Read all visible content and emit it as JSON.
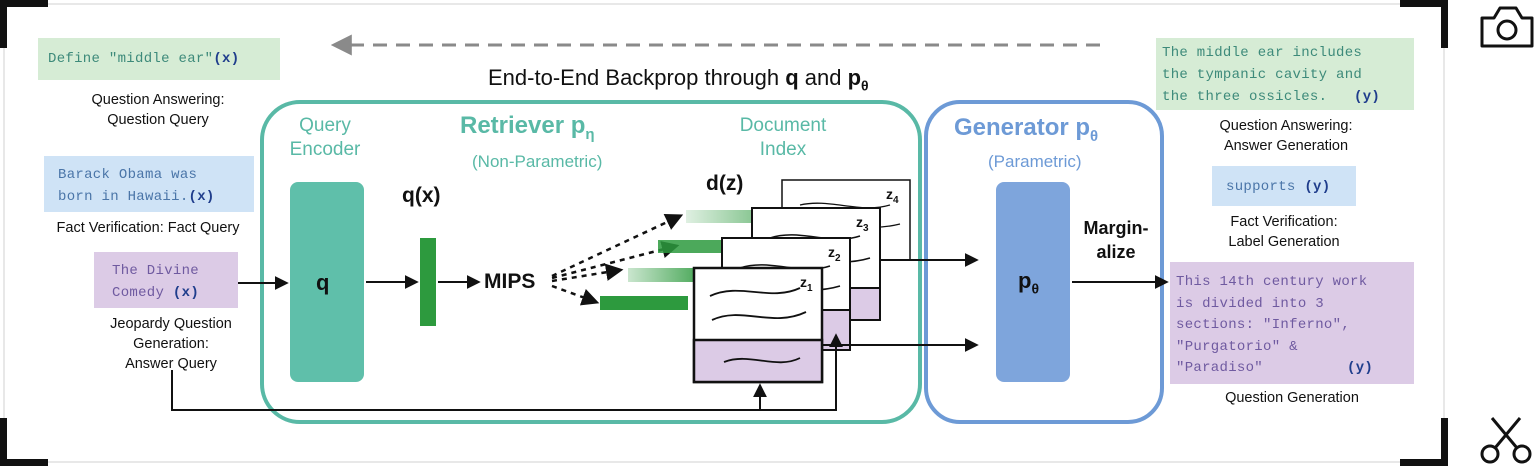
{
  "banner": {
    "title_prefix": "End-to-End Backprop through ",
    "title_q": "q",
    "title_and": " and ",
    "title_p": "p",
    "title_sub": "θ"
  },
  "inputs": {
    "qa_query": {
      "text": "Define \"middle ear\"",
      "var": "(x)",
      "caption_1": "Question Answering:",
      "caption_2": "Question Query"
    },
    "fact_query": {
      "line_1": "Barack Obama was",
      "line_2": "born in Hawaii.",
      "var": "(x)",
      "caption": "Fact Verification: Fact Query"
    },
    "jeopardy_query": {
      "line_1": "The Divine",
      "line_2": "Comedy",
      "var": "(x)",
      "caption_1": "Jeopardy Question",
      "caption_2": "Generation:",
      "caption_3": "Answer Query"
    }
  },
  "retriever": {
    "title": "Retriever p",
    "title_sub": "η",
    "subtitle": "(Non-Parametric)",
    "encoder_label_1": "Query",
    "encoder_label_2": "Encoder",
    "encoder_box": "q",
    "qx_label": "q(x)",
    "mips": "MIPS",
    "index_label_1": "Document",
    "index_label_2": "Index",
    "dz_label": "d(z)",
    "docs": [
      "z",
      "z",
      "z",
      "z"
    ],
    "doc_subs": [
      "4",
      "3",
      "2",
      "1"
    ]
  },
  "generator": {
    "title": "Generator p",
    "title_sub": "θ",
    "subtitle": "(Parametric)",
    "box": "p",
    "box_sub": "θ",
    "marginalize_1": "Margin-",
    "marginalize_2": "alize"
  },
  "outputs": {
    "qa_answer": {
      "line_1": "The middle ear includes",
      "line_2": "the tympanic cavity and",
      "line_3": "the three ossicles.",
      "var": "(y)",
      "caption_1": "Question Answering:",
      "caption_2": "Answer Generation"
    },
    "fact_label": {
      "text": "supports",
      "var": "(y)",
      "caption_1": "Fact Verification:",
      "caption_2": "Label Generation"
    },
    "jeopardy_answer": {
      "line_1": "This 14th century work",
      "line_2": "is divided into 3",
      "line_3": "sections: \"Inferno\",",
      "line_4": "\"Purgatorio\" &",
      "line_5": "\"Paradiso\"",
      "var": "(y)",
      "caption": "Question Generation"
    }
  },
  "colors": {
    "retriever_teal": "#59b9a6",
    "generator_blue": "#6d9ad6",
    "encoder_fill": "#5fbfaa",
    "generator_fill": "#7ea5dc",
    "query_vector": "#2d9a3e",
    "doc_purple": "#dccbe6"
  },
  "toolbar_icons": [
    "camera-icon",
    "scissors-icon"
  ]
}
